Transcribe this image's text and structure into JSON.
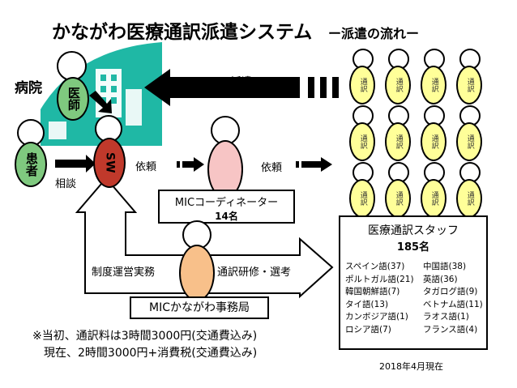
{
  "title": "かながわ医療通訳派遣システム",
  "subtitle": "ー派遣の流れー",
  "hospital": {
    "label": "病院",
    "doctor": "医師",
    "sw": "SW",
    "patient": "患者",
    "consult": "相談"
  },
  "flows": {
    "dispatch": "派遣",
    "request_left": "依頼",
    "request_right": "依頼",
    "admin": "制度運営実務",
    "training": "通訳研修・選考"
  },
  "interpreter_label": "通訳",
  "coordinator": {
    "name": "MICコーディネーター",
    "count": "14名"
  },
  "office": {
    "name": "MICかながわ事務局"
  },
  "staff": {
    "title": "医療通訳スタッフ",
    "count": "185名",
    "languages": [
      [
        "スペイン語(37)",
        "中国語(38)"
      ],
      [
        "ポルトガル語(21)",
        "英語(36)"
      ],
      [
        "韓国朝鮮語(7)",
        "タガログ語(9)"
      ],
      [
        "タイ語(13)",
        "ベトナム語(11)"
      ],
      [
        "カンボジア語(1)",
        "ラオス語(1)"
      ],
      [
        "ロシア語(7)",
        "フランス語(4)"
      ]
    ]
  },
  "notes": {
    "line1": "※当初、通訳料は3時間3000円(交通費込み)",
    "line2": "現在、2時間3000円+消費税(交通費込み)"
  },
  "as_of": "2018年4月現在",
  "colors": {
    "teal": "#1fb8a5",
    "doctor_green": "#7fc97f",
    "sw_red": "#c0392b",
    "interp_yellow": "#ffff99",
    "coord_pink": "#f7c5c5",
    "office_orange": "#f8c08a"
  }
}
